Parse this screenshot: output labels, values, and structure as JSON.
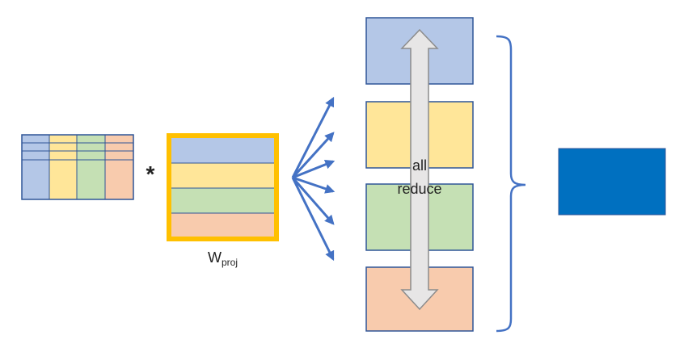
{
  "labels": {
    "operator": "*",
    "weight_main": "W",
    "weight_sub": "proj",
    "allreduce_line1": "all",
    "allreduce_line2": "reduce"
  },
  "colors": {
    "blue": "#b4c7e7",
    "yellow": "#ffe699",
    "green": "#c5e0b4",
    "orange": "#f8cbad",
    "border": "#2f5597",
    "highlight": "#ffc000",
    "arrow": "#4472c4",
    "double_arrow_fill": "#e7e6e6",
    "double_arrow_stroke": "#8c8c8c",
    "output_block": "#0070c0"
  }
}
